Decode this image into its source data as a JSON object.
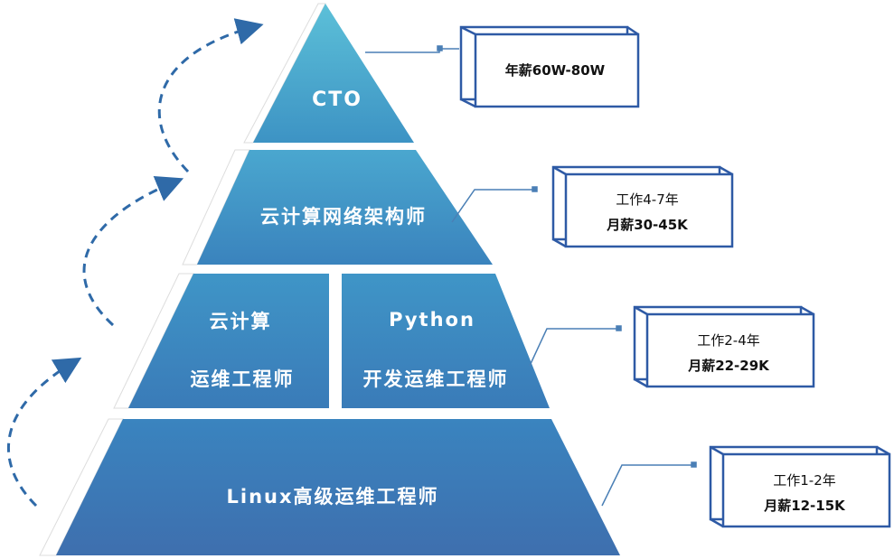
{
  "pyramid": {
    "tiers": [
      {
        "id": "cto",
        "lines": [
          "CTO"
        ]
      },
      {
        "id": "architect",
        "lines": [
          "云计算网络架构师"
        ]
      },
      {
        "id": "cloud-ops",
        "lines": [
          "云计算",
          "运维工程师"
        ]
      },
      {
        "id": "python-ops",
        "lines": [
          "Python",
          "开发运维工程师"
        ]
      },
      {
        "id": "linux-ops",
        "lines": [
          "Linux高级运维工程师"
        ]
      }
    ]
  },
  "salary_boxes": [
    {
      "id": "cto",
      "line1": "年薪60W-80W"
    },
    {
      "id": "architect",
      "line1": "工作4-7年",
      "line2": "月薪30-45K"
    },
    {
      "id": "mid",
      "line1": "工作2-4年",
      "line2": "月薪22-29K"
    },
    {
      "id": "junior",
      "line1": "工作1-2年",
      "line2": "月薪12-15K"
    }
  ],
  "colors": {
    "tier_top": "#5bb7d2",
    "tier_bottom": "#3e78b4",
    "box_border": "#2e5aa5",
    "arrow": "#2f6aa8",
    "connector": "#4a7fb5"
  }
}
